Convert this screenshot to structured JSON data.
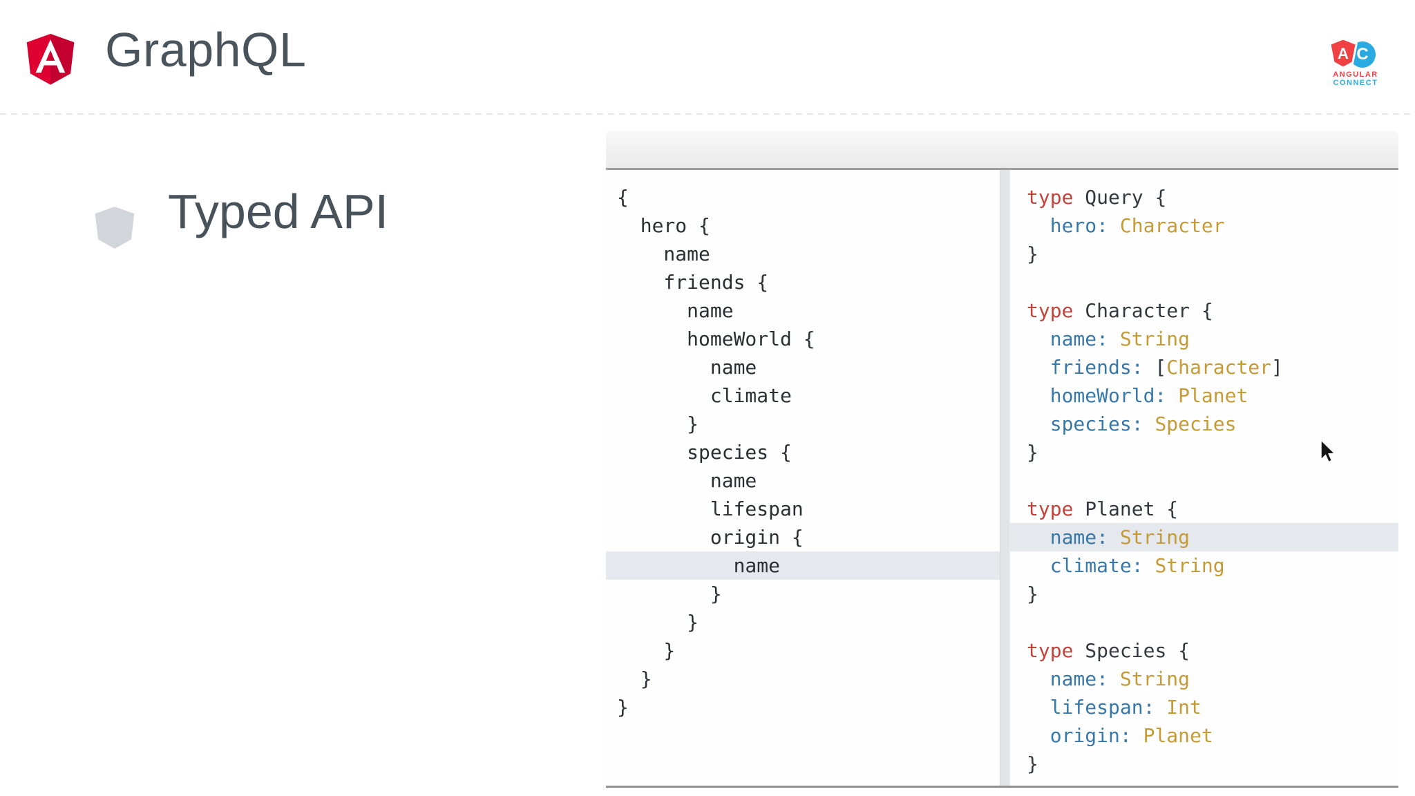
{
  "header": {
    "title": "GraphQL",
    "conference_logo": {
      "shield_letter": "A",
      "circle_letter": "C",
      "word1": "ANGULAR",
      "word2": "CONNECT"
    }
  },
  "bullet": {
    "label": "Typed API"
  },
  "graphiql": {
    "query_panel": {
      "lines": [
        {
          "text": "{",
          "hl": false
        },
        {
          "text": "  hero {",
          "hl": false
        },
        {
          "text": "    name",
          "hl": false
        },
        {
          "text": "    friends {",
          "hl": false
        },
        {
          "text": "      name",
          "hl": false
        },
        {
          "text": "      homeWorld {",
          "hl": false
        },
        {
          "text": "        name",
          "hl": false
        },
        {
          "text": "        climate",
          "hl": false
        },
        {
          "text": "      }",
          "hl": false
        },
        {
          "text": "      species {",
          "hl": false
        },
        {
          "text": "        name",
          "hl": false
        },
        {
          "text": "        lifespan",
          "hl": false
        },
        {
          "text": "        origin {",
          "hl": false
        },
        {
          "text": "          name",
          "hl": true
        },
        {
          "text": "        }",
          "hl": false
        },
        {
          "text": "      }",
          "hl": false
        },
        {
          "text": "    }",
          "hl": false
        },
        {
          "text": "  }",
          "hl": false
        },
        {
          "text": "}",
          "hl": false
        }
      ]
    },
    "schema_panel": {
      "lines": [
        {
          "hl": false,
          "segments": [
            {
              "t": "type",
              "c": "kw"
            },
            {
              "t": " Query {",
              "c": "pl"
            }
          ]
        },
        {
          "hl": false,
          "segments": [
            {
              "t": "  ",
              "c": "pl"
            },
            {
              "t": "hero:",
              "c": "fd"
            },
            {
              "t": " ",
              "c": "pl"
            },
            {
              "t": "Character",
              "c": "ty"
            }
          ]
        },
        {
          "hl": false,
          "segments": [
            {
              "t": "}",
              "c": "pl"
            }
          ]
        },
        {
          "hl": false,
          "segments": []
        },
        {
          "hl": false,
          "segments": [
            {
              "t": "type",
              "c": "kw"
            },
            {
              "t": " Character {",
              "c": "pl"
            }
          ]
        },
        {
          "hl": false,
          "segments": [
            {
              "t": "  ",
              "c": "pl"
            },
            {
              "t": "name:",
              "c": "fd"
            },
            {
              "t": " ",
              "c": "pl"
            },
            {
              "t": "String",
              "c": "ty"
            }
          ]
        },
        {
          "hl": false,
          "segments": [
            {
              "t": "  ",
              "c": "pl"
            },
            {
              "t": "friends:",
              "c": "fd"
            },
            {
              "t": " [",
              "c": "pl"
            },
            {
              "t": "Character",
              "c": "ty"
            },
            {
              "t": "]",
              "c": "pl"
            }
          ]
        },
        {
          "hl": false,
          "segments": [
            {
              "t": "  ",
              "c": "pl"
            },
            {
              "t": "homeWorld:",
              "c": "fd"
            },
            {
              "t": " ",
              "c": "pl"
            },
            {
              "t": "Planet",
              "c": "ty"
            }
          ]
        },
        {
          "hl": false,
          "segments": [
            {
              "t": "  ",
              "c": "pl"
            },
            {
              "t": "species:",
              "c": "fd"
            },
            {
              "t": " ",
              "c": "pl"
            },
            {
              "t": "Species",
              "c": "ty"
            }
          ]
        },
        {
          "hl": false,
          "segments": [
            {
              "t": "}",
              "c": "pl"
            }
          ]
        },
        {
          "hl": false,
          "segments": []
        },
        {
          "hl": false,
          "segments": [
            {
              "t": "type",
              "c": "kw"
            },
            {
              "t": " Planet {",
              "c": "pl"
            }
          ]
        },
        {
          "hl": true,
          "segments": [
            {
              "t": "  ",
              "c": "pl"
            },
            {
              "t": "name:",
              "c": "fd"
            },
            {
              "t": " ",
              "c": "pl"
            },
            {
              "t": "String",
              "c": "ty"
            }
          ]
        },
        {
          "hl": false,
          "segments": [
            {
              "t": "  ",
              "c": "pl"
            },
            {
              "t": "climate:",
              "c": "fd"
            },
            {
              "t": " ",
              "c": "pl"
            },
            {
              "t": "String",
              "c": "ty"
            }
          ]
        },
        {
          "hl": false,
          "segments": [
            {
              "t": "}",
              "c": "pl"
            }
          ]
        },
        {
          "hl": false,
          "segments": []
        },
        {
          "hl": false,
          "segments": [
            {
              "t": "type",
              "c": "kw"
            },
            {
              "t": " Species {",
              "c": "pl"
            }
          ]
        },
        {
          "hl": false,
          "segments": [
            {
              "t": "  ",
              "c": "pl"
            },
            {
              "t": "name:",
              "c": "fd"
            },
            {
              "t": " ",
              "c": "pl"
            },
            {
              "t": "String",
              "c": "ty"
            }
          ]
        },
        {
          "hl": false,
          "segments": [
            {
              "t": "  ",
              "c": "pl"
            },
            {
              "t": "lifespan:",
              "c": "fd"
            },
            {
              "t": " ",
              "c": "pl"
            },
            {
              "t": "Int",
              "c": "ty"
            }
          ]
        },
        {
          "hl": false,
          "segments": [
            {
              "t": "  ",
              "c": "pl"
            },
            {
              "t": "origin:",
              "c": "fd"
            },
            {
              "t": " ",
              "c": "pl"
            },
            {
              "t": "Planet",
              "c": "ty"
            }
          ]
        },
        {
          "hl": false,
          "segments": [
            {
              "t": "}",
              "c": "pl"
            }
          ]
        }
      ]
    }
  },
  "colors": {
    "title_text": "#4a545c",
    "keyword_red": "#c0443c",
    "field_blue": "#3878a8",
    "type_gold": "#c49b35",
    "code_dark": "#2b2f33",
    "row_highlight": "#e5e8ec",
    "angular_red": "#dd0031",
    "angular_dark_red": "#c3002f",
    "ac_red": "#ef4043",
    "ac_blue": "#29abe2",
    "bullet_gray": "#d2d6da"
  }
}
